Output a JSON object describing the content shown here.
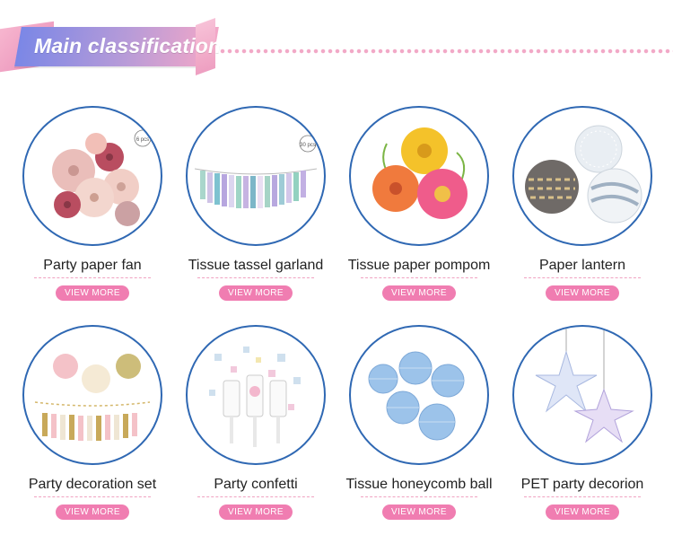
{
  "header": {
    "title": "Main classification"
  },
  "items": [
    {
      "label": "Party paper fan",
      "button": "VIEW MORE",
      "badge": "6 pcs"
    },
    {
      "label": "Tissue tassel garland",
      "button": "VIEW MORE",
      "badge": "30 pcs"
    },
    {
      "label": "Tissue paper pompom",
      "button": "VIEW MORE"
    },
    {
      "label": "Paper lantern",
      "button": "VIEW MORE"
    },
    {
      "label": "Party decoration set",
      "button": "VIEW MORE"
    },
    {
      "label": "Party confetti",
      "button": "VIEW MORE"
    },
    {
      "label": "Tissue honeycomb ball",
      "button": "VIEW MORE"
    },
    {
      "label": "PET party decorion",
      "button": "VIEW MORE"
    }
  ],
  "colors": {
    "accent": "#f07db1",
    "circle_border": "#2f68b3",
    "ribbon_start": "#7b87e6",
    "ribbon_end": "#f3a7c7"
  }
}
